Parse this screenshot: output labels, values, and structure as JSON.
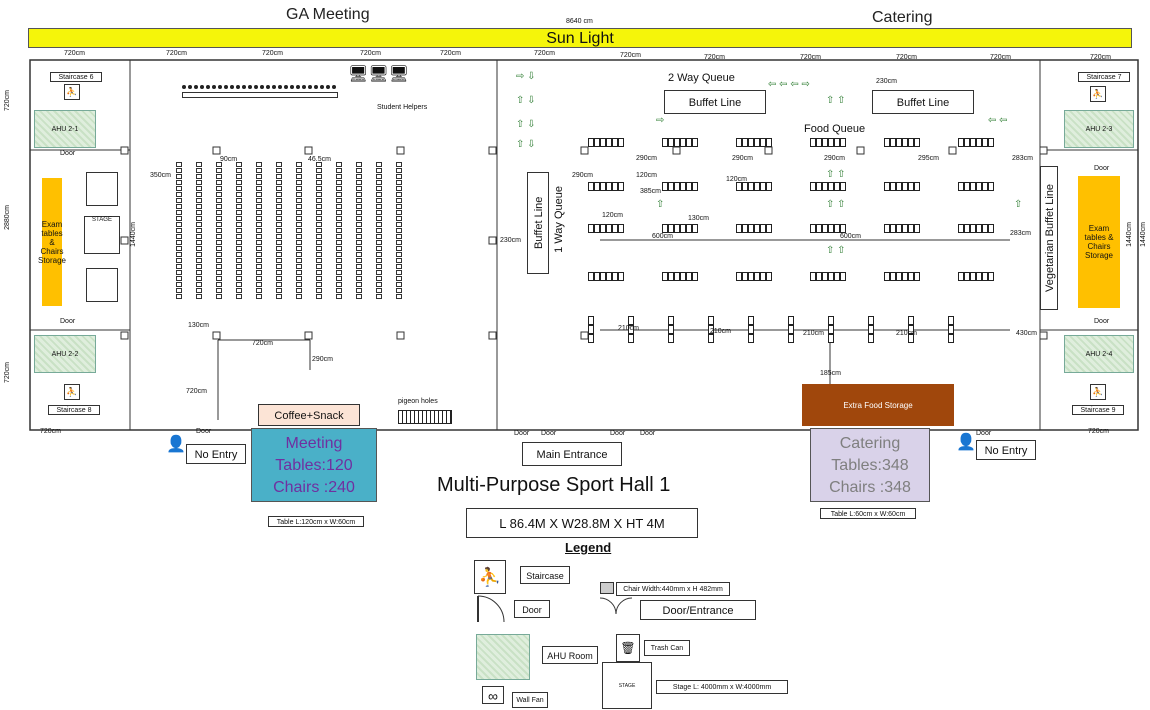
{
  "header": {
    "ga_meeting": "GA Meeting",
    "catering": "Catering",
    "total_width": "8640 cm",
    "sun_light": "Sun Light"
  },
  "dims": {
    "top_segments": [
      "720cm",
      "720cm",
      "720cm",
      "720cm",
      "720cm",
      "720cm",
      "720cm",
      "720cm",
      "720cm",
      "720cm",
      "720cm",
      "720cm"
    ],
    "left_top": "720cm",
    "left_bottom": "720cm",
    "left_total": "2880cm",
    "bottom_left": "720cm",
    "bottom_right": "720cm",
    "right_mid": "1440cm",
    "left_mid": "1440cm",
    "d_350": "350cm",
    "d_90": "90cm",
    "d_46": "46.5cm",
    "d_130": "130cm",
    "d_720_inner": "720cm",
    "d_290_v": "290cm",
    "d_720_lower": "720cm",
    "d_230_left": "230cm",
    "d_230_top": "230cm",
    "d_290a": "290cm",
    "d_290b": "290cm",
    "d_290c": "290cm",
    "d_290d": "290cm",
    "d_295": "295cm",
    "d_283a": "283cm",
    "d_283b": "283cm",
    "d_120a": "120cm",
    "d_120b": "120cm",
    "d_120c": "120cm",
    "d_385": "385cm",
    "d_130r": "130cm",
    "d_600a": "600cm",
    "d_600b": "600cm",
    "d_210a": "210cm",
    "d_210b": "210cm",
    "d_210c": "210cm",
    "d_210d": "210cm",
    "d_430": "430cm",
    "d_185": "185cm"
  },
  "rooms": {
    "staircase6": "Staircase 6",
    "staircase7": "Staircase 7",
    "staircase8": "Staircase 8",
    "staircase9": "Staircase 9",
    "ahu21": "AHU 2-1",
    "ahu22": "AHU 2-2",
    "ahu23": "AHU 2-3",
    "ahu24": "AHU 2-4",
    "door": "Door",
    "exam_left": "Exam tables & Chairs Storage",
    "exam_right": "Exam tables & Chairs Storage",
    "stage_label": "STAGE",
    "student_helpers": "Student Helpers",
    "pigeon_holes": "pigeon holes",
    "coffee": "Coffee+Snack",
    "extra_food": "Extra Food Storage",
    "two_way_queue": "2 Way Queue",
    "buffet_line_1": "Buffet Line",
    "buffet_line_2": "Buffet Line",
    "food_queue": "Food Queue",
    "buffet_line_v": "Buffet Line",
    "one_way_queue": "1 Way Queue",
    "veg_buffet": "Vegetarian Buffet Line"
  },
  "entrances": {
    "no_entry_left": "No Entry",
    "no_entry_right": "No Entry",
    "main_entrance": "Main Entrance"
  },
  "meeting": {
    "title": "Meeting",
    "tables": "Tables:120",
    "chairs": "Chairs :240",
    "table_size": "Table L:120cm x W:60cm"
  },
  "catering_box": {
    "title": "Catering",
    "tables": "Tables:348",
    "chairs": "Chairs :348",
    "table_size": "Table L:60cm x W:60cm"
  },
  "hall": {
    "name": "Multi-Purpose Sport Hall 1",
    "size": "L 86.4M X W28.8M X HT 4M"
  },
  "legend": {
    "title": "Legend",
    "staircase": "Staircase",
    "door": "Door",
    "chair_width": "Chair Width:440mm x H 482mm",
    "door_entrance": "Door/Entrance",
    "ahu_room": "AHU Room",
    "trash_can": "Trash Can",
    "stage": "Stage L: 4000mm x W:4000mm",
    "stage_icon": "STAGE",
    "wall_fan": "Wall Fan"
  },
  "colors": {
    "sunlight": "#f5f50a",
    "exam_storage": "#ffc000",
    "meeting_box": "#4ab0c8",
    "meeting_text": "#7030a0",
    "catering_box": "#d9d2e9",
    "catering_text": "#7f7f7f",
    "coffee": "#fce4d6",
    "extra_food": "#a0470c",
    "arrow": "#2e7d32"
  }
}
